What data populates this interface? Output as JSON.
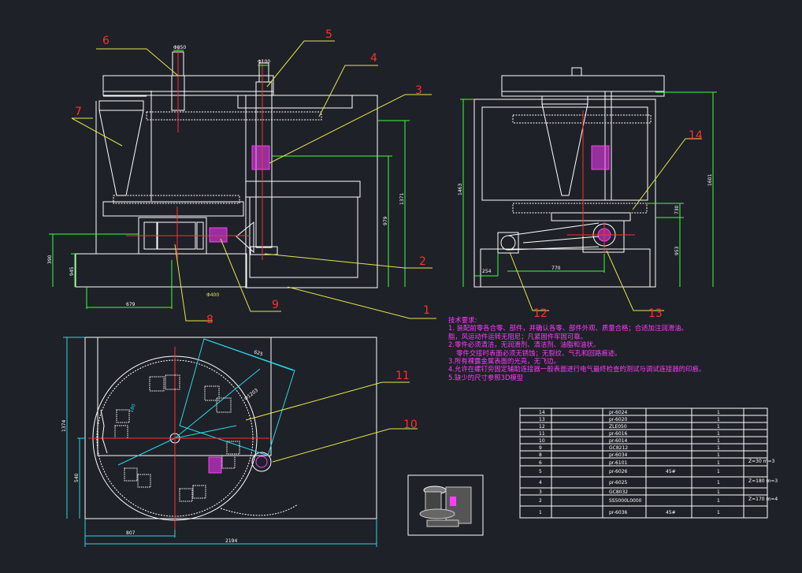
{
  "callouts": [
    "1",
    "2",
    "3",
    "4",
    "5",
    "6",
    "7",
    "8",
    "9",
    "10",
    "11",
    "12",
    "13",
    "14"
  ],
  "dims": {
    "d850": "Φ850",
    "d100": "Φ100",
    "d1371": "1371",
    "d979": "979",
    "d390": "390",
    "d945": "945",
    "d679": "679",
    "d1463": "1463",
    "d1601": "1601",
    "d730": "730",
    "d953": "953",
    "d254": "254",
    "d770": "770",
    "d625": "625",
    "d1203": "Φ1203",
    "d1374": "1374",
    "d540": "540",
    "d807": "807",
    "d2194": "2194",
    "d180": "180",
    "dsmall": "Φ400"
  },
  "tech": {
    "title": "技术要求:",
    "lines": [
      "1. 装配前零各合零、部件，并确认各零、部件外观、质量合格；合适加注润滑油。",
      "脂，风运动件运转无阻尼；凡紧固件牢固可靠。",
      "2.零件必须清洁，无润滑剂、清洁剂、油脂和油状。",
      "零件交接时表面必须无锈蚀；无裂纹、气孔和回路痕迹。",
      "3.所有裸露金属表面的光亮，无飞边。",
      "4.允许在螺钉旁固定辅助连接器一般表面进行电气最终检查的测试与调试连接器的印痕。",
      "5.缺少的尺寸参照3D模型"
    ]
  },
  "bom": [
    {
      "no": "14",
      "code": "pr-6024",
      "qty": "1"
    },
    {
      "no": "13",
      "code": "pr-6020",
      "qty": "1"
    },
    {
      "no": "12",
      "code": "ZLE050",
      "qty": "1"
    },
    {
      "no": "11",
      "code": "pr-6016",
      "qty": "1"
    },
    {
      "no": "10",
      "code": "pr-6014",
      "qty": "1"
    },
    {
      "no": "9",
      "code": "GC8212",
      "qty": "1"
    },
    {
      "no": "8",
      "code": "pr-6034",
      "qty": "1"
    },
    {
      "no": "6",
      "code": "pr-6101",
      "qty": "1",
      "note": "Z=30 m=3"
    },
    {
      "no": "5",
      "code": "pr-6026",
      "qty": "1",
      "mat": "45#"
    },
    {
      "no": "4",
      "code": "pr-6025",
      "qty": "1",
      "note": "Z=180 m=3"
    },
    {
      "no": "3",
      "code": "GC8032",
      "qty": "1"
    },
    {
      "no": "2",
      "code": "SS5000L0000",
      "qty": "1",
      "note": "Z=170 m=4"
    },
    {
      "no": "1",
      "code": "pr-6036",
      "qty": "1",
      "mat": "45#"
    }
  ]
}
